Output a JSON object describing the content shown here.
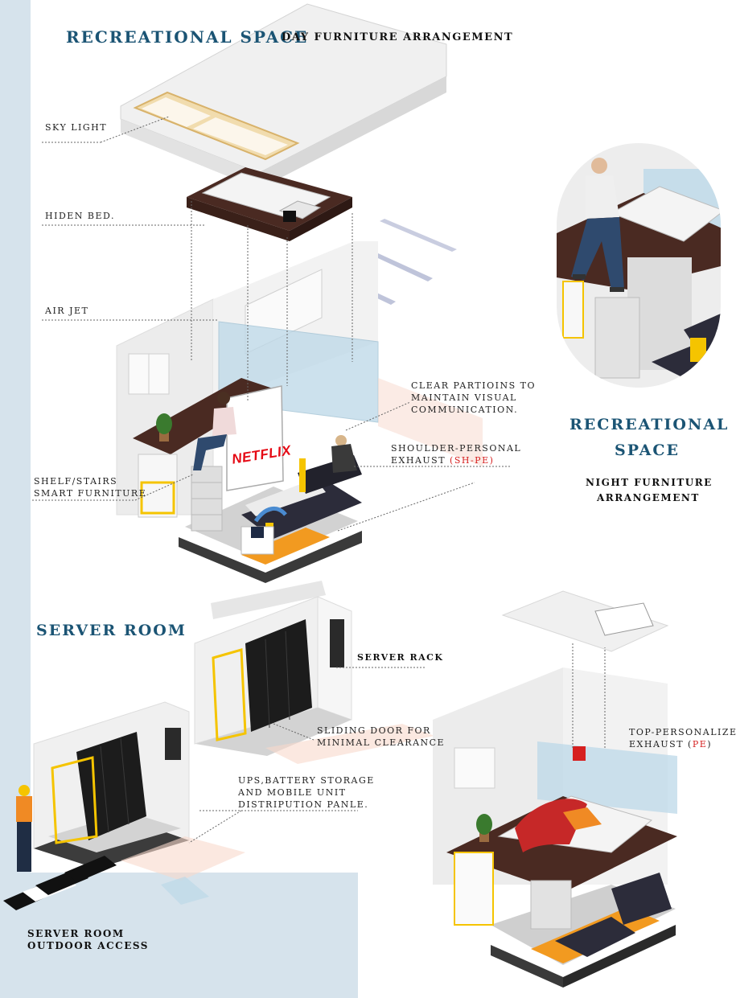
{
  "colors": {
    "title_blue": "#1b5474",
    "accent_red": "#d62020",
    "panel_blue": "#d6e3ec",
    "wood": "#4a2a22",
    "accent_yellow": "#f5c400",
    "accent_orange": "#f29a20",
    "rack_black": "#1c1c1c"
  },
  "recreational_day": {
    "title": "RECREATIONAL SPACE",
    "subtitle": "DAY FURNITURE ARRANGEMENT"
  },
  "recreational_night": {
    "title_line1": "RECREATIONAL",
    "title_line2": "SPACE",
    "subtitle_line1": "NIGHT FURNITURE",
    "subtitle_line2": "ARRANGEMENT"
  },
  "server_room": {
    "title": "SERVER ROOM",
    "access_line1": "SERVER ROOM",
    "access_line2": "OUTDOOR ACCESS"
  },
  "labels": {
    "sky_light": "SKY LIGHT",
    "hidden_bed": "HIDEN BED.",
    "air_jet": "AIR JET",
    "clear_partitions": [
      "CLEAR PARTIOINS TO",
      "MAINTAIN VISUAL",
      "COMMUNICATION."
    ],
    "shoulder_exhaust_line1": "SHOULDER-PERSONAL",
    "shoulder_exhaust_line2_prefix": "EXHAUST ",
    "shoulder_exhaust_code": "(SH-PE)",
    "shelf_stairs": [
      "SHELF/STAIRS",
      "SMART FURNITURE"
    ],
    "server_rack": "SERVER RACK",
    "sliding_door": [
      "SLIDING DOOR FOR",
      "MINIMAL CLEARANCE"
    ],
    "ups": [
      "UPS,BATTERY STORAGE",
      "AND MOBILE UNIT",
      "DISTRIPUTION PANLE."
    ],
    "top_exhaust_line1": "TOP-PERSONALIZED",
    "top_exhaust_line2_prefix": "EXHAUST (",
    "top_exhaust_code": "PE",
    "top_exhaust_line2_suffix": ")"
  },
  "signage": {
    "tv_brand": "NETFLIX"
  }
}
